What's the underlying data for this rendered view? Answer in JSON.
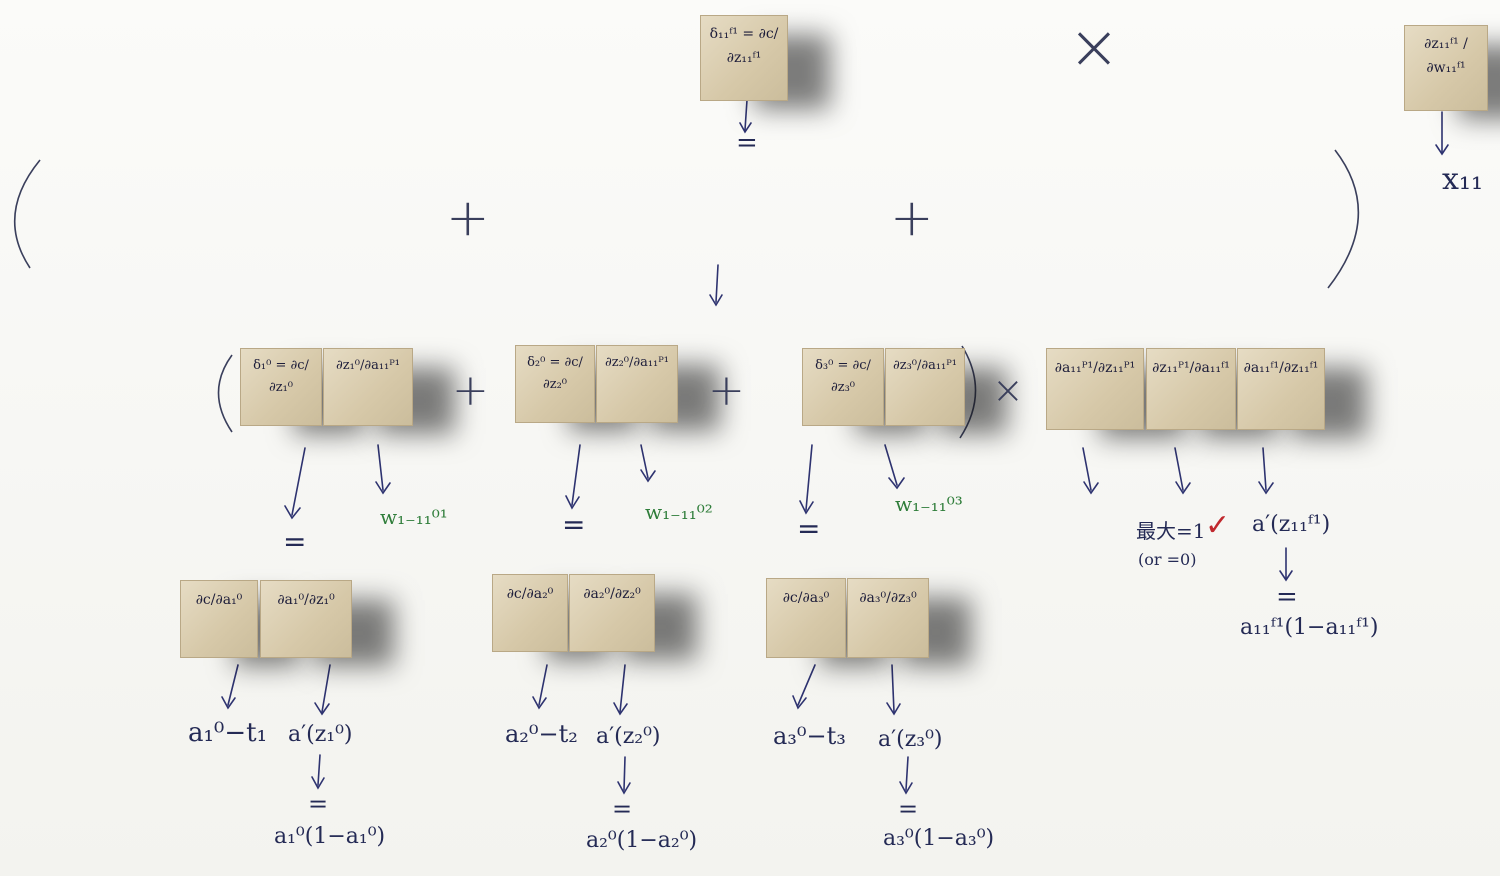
{
  "top": {
    "delta_block": "δ₁₁ᶠ¹ = ∂c/∂z₁₁ᶠ¹",
    "dz_dw_block": "∂z₁₁ᶠ¹ / ∂w₁₁ᶠ¹",
    "times": "×",
    "x_result": "x₁₁",
    "equals": "="
  },
  "brackets": {
    "open_big": "(",
    "close_big": ")",
    "plus_1": "+",
    "plus_2": "+"
  },
  "row": {
    "open": "(",
    "term1_delta": "δ₁⁰ = ∂c/∂z₁⁰",
    "term1_dz": "∂z₁⁰/∂a₁₁ᴾ¹",
    "plus1": "+",
    "term2_delta": "δ₂⁰ = ∂c/∂z₂⁰",
    "term2_dz": "∂z₂⁰/∂a₁₁ᴾ¹",
    "plus2": "+",
    "term3_delta": "δ₃⁰ = ∂c/∂z₃⁰",
    "term3_dz": "∂z₃⁰/∂a₁₁ᴾ¹",
    "close": ")",
    "times": "×",
    "chain1": "∂a₁₁ᴾ¹/∂z₁₁ᴾ¹",
    "chain2": "∂z₁₁ᴾ¹/∂a₁₁ᶠ¹",
    "chain3": "∂a₁₁ᶠ¹/∂z₁₁ᶠ¹"
  },
  "weights": {
    "w1": "w₁₋₁₁⁰¹",
    "w2": "w₁₋₁₁⁰²",
    "w3": "w₁₋₁₁⁰³"
  },
  "maxnote": {
    "line1": "最大=1",
    "line2": "(or =0)",
    "check": "✓"
  },
  "sigmoid": {
    "expr": "a′(z₁₁ᶠ¹)",
    "eq": "=",
    "result": "a₁₁ᶠ¹(1−a₁₁ᶠ¹)"
  },
  "bottom": {
    "b1_dc": "∂c/∂a₁⁰",
    "b1_da": "∂a₁⁰/∂z₁⁰",
    "b2_dc": "∂c/∂a₂⁰",
    "b2_da": "∂a₂⁰/∂z₂⁰",
    "b3_dc": "∂c/∂a₃⁰",
    "b3_da": "∂a₃⁰/∂z₃⁰",
    "r1_a": "a₁⁰−t₁",
    "r1_b": "a′(z₁⁰)",
    "r1_c": "a₁⁰(1−a₁⁰)",
    "r2_a": "a₂⁰−t₂",
    "r2_b": "a′(z₂⁰)",
    "r2_c": "a₂⁰(1−a₂⁰)",
    "r3_a": "a₃⁰−t₃",
    "r3_b": "a′(z₃⁰)",
    "r3_c": "a₃⁰(1−a₃⁰)",
    "eq": "="
  }
}
